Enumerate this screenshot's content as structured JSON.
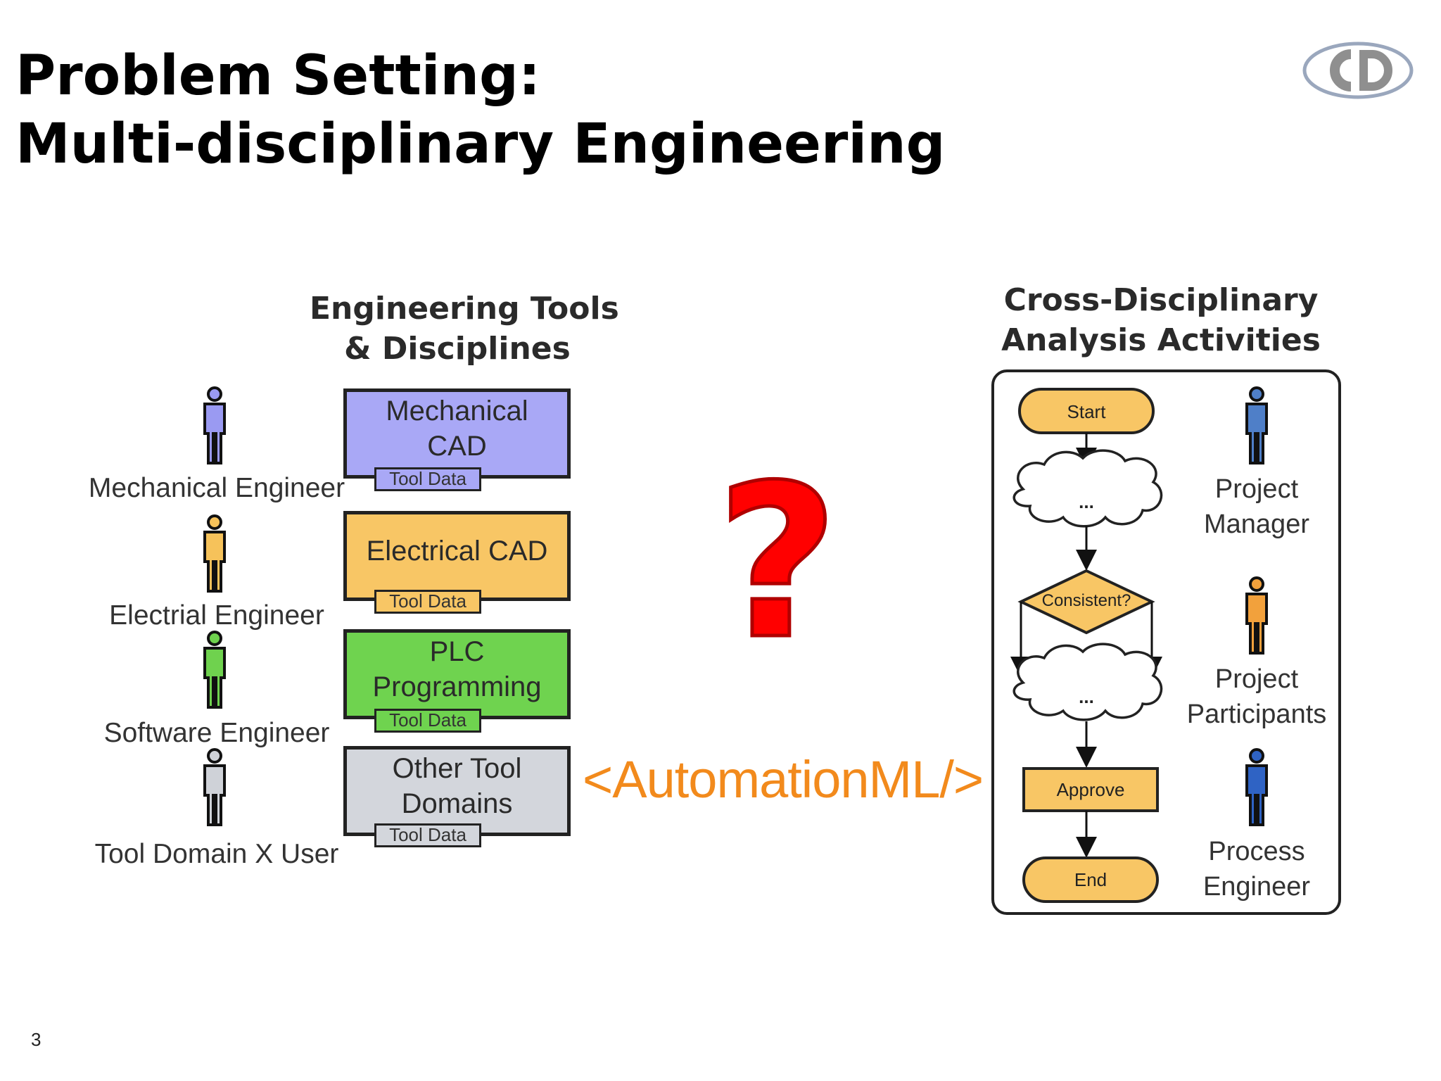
{
  "slide": {
    "title_line1": "Problem Setting:",
    "title_line2": "Multi-disciplinary Engineering",
    "page_number": "3"
  },
  "left": {
    "heading_line1": "Engineering Tools",
    "heading_line2": "& Disciplines",
    "roles": [
      {
        "label": "Mechanical Engineer",
        "color": "#9a9af2"
      },
      {
        "label": "Electrial Engineer",
        "color": "#f6c25a"
      },
      {
        "label": "Software Engineer",
        "color": "#6fd24e"
      },
      {
        "label": "Tool Domain X User",
        "color": "#cfd2d8"
      }
    ],
    "tools": [
      {
        "line1": "Mechanical",
        "line2": "CAD",
        "tag": "Tool Data",
        "color": "#a9a8f6"
      },
      {
        "line1": "Electrical CAD",
        "line2": "",
        "tag": "Tool Data",
        "color": "#f8c665"
      },
      {
        "line1": "PLC",
        "line2": "Programming",
        "tag": "Tool Data",
        "color": "#6fd34f"
      },
      {
        "line1": "Other Tool",
        "line2": "Domains",
        "tag": "Tool Data",
        "color": "#d3d6dc"
      }
    ]
  },
  "center": {
    "question_mark": "?",
    "automationml": "<AutomationML/>",
    "question_color": "#ff0000",
    "automationml_color": "#f28a1c"
  },
  "right": {
    "heading_line1": "Cross-Disciplinary",
    "heading_line2": "Analysis Activities",
    "flow": {
      "start": "Start",
      "cloud1": "...",
      "decision": "Consistent?",
      "cloud2": "...",
      "approve": "Approve",
      "end": "End",
      "node_color": "#f8c665"
    },
    "roles": [
      {
        "line1": "Project",
        "line2": "Manager",
        "color": "#4f7fc8"
      },
      {
        "line1": "Project",
        "line2": "Participants",
        "color": "#f2a13c"
      },
      {
        "line1": "Process",
        "line2": "Engineer",
        "color": "#2f63c4"
      }
    ]
  },
  "icons": {
    "logo": "cd-logo-icon",
    "person": "person-icon"
  }
}
